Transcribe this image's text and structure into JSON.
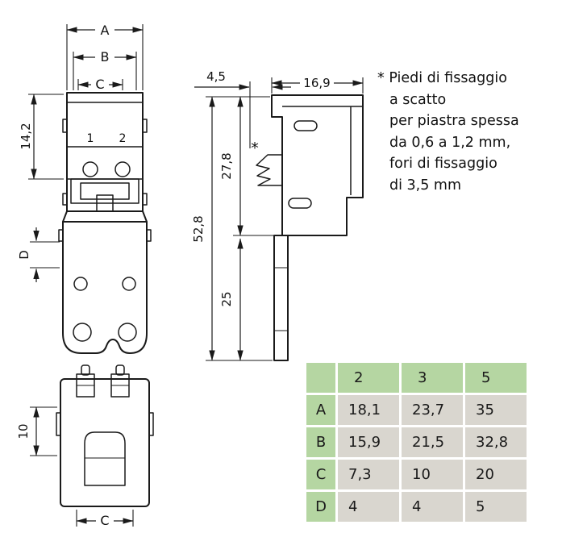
{
  "front_view": {
    "dim_a": "A",
    "dim_b": "B",
    "dim_c": "C",
    "dim_height": "14,2",
    "dim_d": "D",
    "pole_1": "1",
    "pole_2": "2"
  },
  "side_view": {
    "dim_offset": "4,5",
    "dim_width": "16,9",
    "dim_upper": "27,8",
    "dim_total": "52,8",
    "dim_lower": "25",
    "foot_marker": "*"
  },
  "bottom_view": {
    "dim_depth": "10",
    "dim_c": "C"
  },
  "note": {
    "lines": [
      "* Piedi di fissaggio",
      "a scatto",
      "per piastra spessa",
      "da 0,6 a 1,2 mm,",
      "fori di fissaggio",
      "di 3,5 mm"
    ]
  },
  "table": {
    "columns": [
      "",
      "2",
      "3",
      "5"
    ],
    "rows": [
      {
        "label": "A",
        "values": [
          "18,1",
          "23,7",
          "35"
        ]
      },
      {
        "label": "B",
        "values": [
          "15,9",
          "21,5",
          "32,8"
        ]
      },
      {
        "label": "C",
        "values": [
          "7,3",
          "10",
          "20"
        ]
      },
      {
        "label": "D",
        "values": [
          "4",
          "4",
          "5"
        ]
      }
    ]
  },
  "colors": {
    "table_header_green": "#b5d6a2",
    "table_cell_gray": "#d9d6cf",
    "line_color": "#1a1a1a"
  }
}
